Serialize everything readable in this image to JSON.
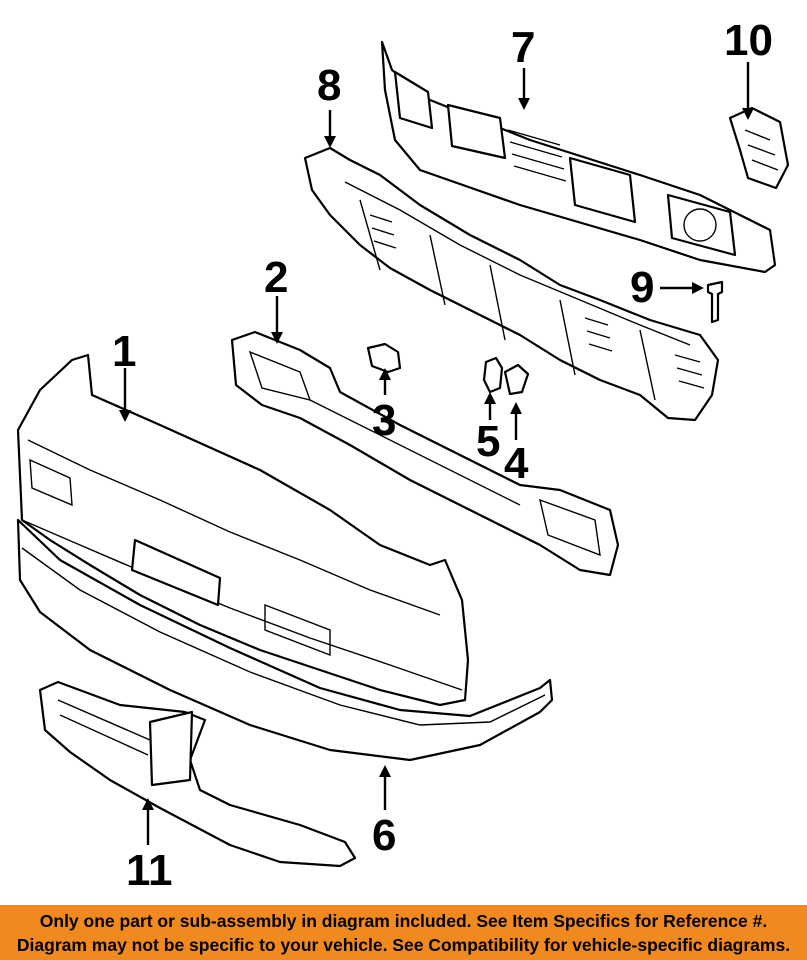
{
  "callouts": {
    "c1": "1",
    "c2": "2",
    "c3": "3",
    "c4": "4",
    "c5": "5",
    "c6": "6",
    "c7": "7",
    "c8": "8",
    "c9": "9",
    "c10": "10",
    "c11": "11"
  },
  "disclaimer": {
    "line1": "Only one part or sub-assembly in diagram included. See Item Specifics for Reference #.",
    "line2": "Diagram may not be specific to your vehicle. See Compatibility for vehicle-specific diagrams."
  },
  "colors": {
    "banner": "#f08a1f",
    "ink": "#000000"
  }
}
